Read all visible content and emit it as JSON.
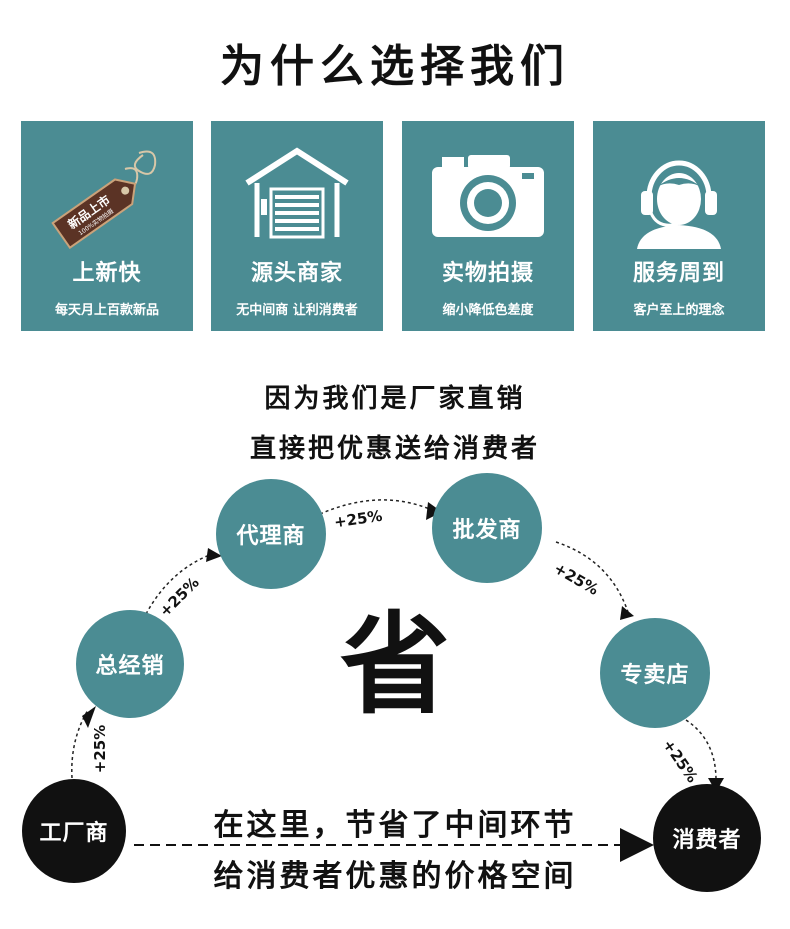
{
  "title": "为什么选择我们",
  "cards": [
    {
      "icon": "price-tag-icon",
      "tag_text": "新品上市",
      "tag_sub": "100%实物拍摄",
      "heading": "上新快",
      "sub": "每天月上百款新品"
    },
    {
      "icon": "warehouse-icon",
      "heading": "源头商家",
      "sub": "无中间商 让利消费者"
    },
    {
      "icon": "camera-icon",
      "heading": "实物拍摄",
      "sub": "缩小降低色差度"
    },
    {
      "icon": "headset-agent-icon",
      "heading": "服务周到",
      "sub": "客户至上的理念"
    }
  ],
  "slogan": {
    "line1": "因为我们是厂家直销",
    "line2": "直接把优惠送给消费者"
  },
  "flow": {
    "nodes": [
      {
        "id": "factory",
        "label": "工厂商",
        "color": "#111111"
      },
      {
        "id": "general",
        "label": "总经销",
        "color": "#4b8c93"
      },
      {
        "id": "agent",
        "label": "代理商",
        "color": "#4b8c93"
      },
      {
        "id": "wholesaler",
        "label": "批发商",
        "color": "#4b8c93"
      },
      {
        "id": "store",
        "label": "专卖店",
        "color": "#4b8c93"
      },
      {
        "id": "consumer",
        "label": "消费者",
        "color": "#111111"
      }
    ],
    "markup": [
      "+25%",
      "+25%",
      "+25%",
      "+25%",
      "+25%"
    ],
    "center_char": "省",
    "bottom_line1": "在这里，节省了中间环节",
    "bottom_line2": "给消费者优惠的价格空间"
  },
  "colors": {
    "accent": "#4b8c93",
    "dark": "#111111"
  }
}
